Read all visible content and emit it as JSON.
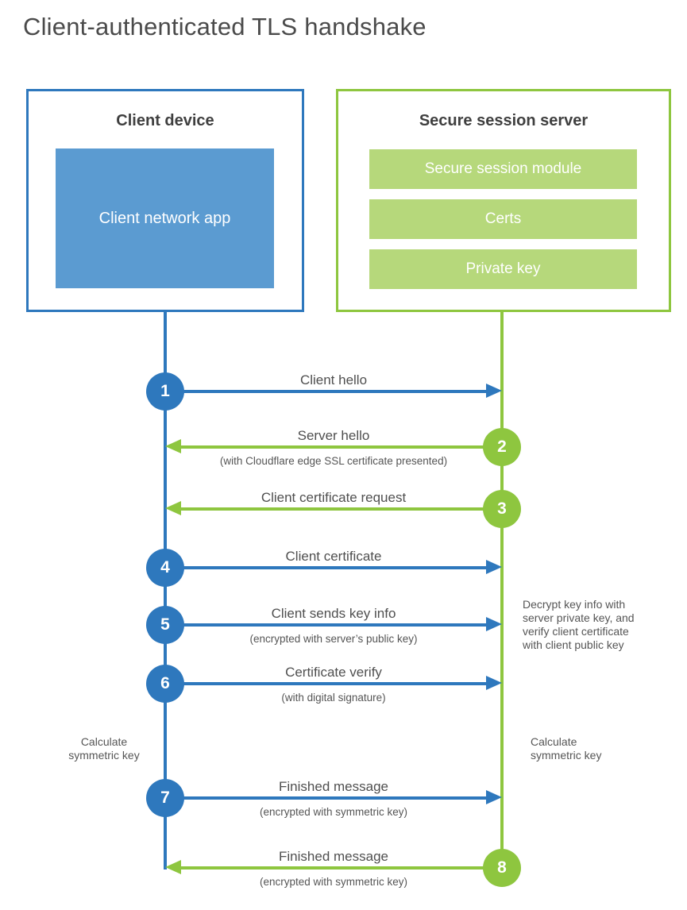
{
  "title": "Client-authenticated TLS handshake",
  "colors": {
    "client_accent": "#2e78bd",
    "client_fill": "#5b9bd1",
    "server_accent": "#8ec63f",
    "server_fill": "#b6d87b",
    "text": "#4f4f4f"
  },
  "client_box": {
    "title": "Client device",
    "module": "Client network app"
  },
  "server_box": {
    "title": "Secure session server",
    "modules": [
      "Secure session module",
      "Certs",
      "Private key"
    ]
  },
  "steps": [
    {
      "number": "1",
      "label": "Client hello",
      "sublabel": "",
      "direction": "client-to-server"
    },
    {
      "number": "2",
      "label": "Server hello",
      "sublabel": "(with Cloudflare edge SSL certificate presented)",
      "direction": "server-to-client"
    },
    {
      "number": "3",
      "label": "Client certificate request",
      "sublabel": "",
      "direction": "server-to-client"
    },
    {
      "number": "4",
      "label": "Client certificate",
      "sublabel": "",
      "direction": "client-to-server"
    },
    {
      "number": "5",
      "label": "Client sends key info",
      "sublabel": "(encrypted with server’s public key)",
      "direction": "client-to-server"
    },
    {
      "number": "6",
      "label": "Certificate verify",
      "sublabel": "(with digital signature)",
      "direction": "client-to-server"
    },
    {
      "number": "7",
      "label": "Finished message",
      "sublabel": "(encrypted with symmetric key)",
      "direction": "client-to-server"
    },
    {
      "number": "8",
      "label": "Finished message",
      "sublabel": "(encrypted with symmetric key)",
      "direction": "server-to-client"
    }
  ],
  "notes": {
    "decrypt": "Decrypt key info with server private key, and verify client certificate with client public key",
    "calc_left": "Calculate symmetric key",
    "calc_right": "Calculate symmetric key"
  }
}
